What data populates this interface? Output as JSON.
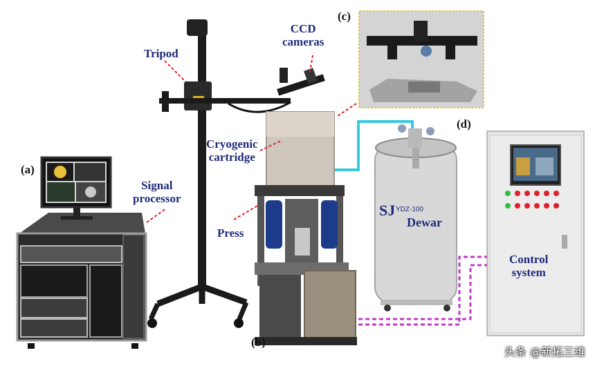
{
  "labels": {
    "a": "(a)",
    "b": "(b)",
    "c": "(c)",
    "d": "(d)",
    "tripod": "Tripod",
    "ccd_line1": "CCD",
    "ccd_line2": "cameras",
    "cryo_line1": "Cryogenic",
    "cryo_line2": "cartridge",
    "signal_line1": "Signal",
    "signal_line2": "processor",
    "press": "Press",
    "control_line1": "Control",
    "control_line2": "system",
    "dewar_brand": "SJ",
    "dewar_sub": "YDZ-100",
    "dewar_name": "Dewar"
  },
  "watermark": "头条 @新拓三维",
  "colors": {
    "label": "#1f2a7a",
    "arrow": "#e0202a",
    "cyan_line": "#38c8e0",
    "magenta_line": "#c23ac8",
    "inset_border": "#e2c24a"
  }
}
